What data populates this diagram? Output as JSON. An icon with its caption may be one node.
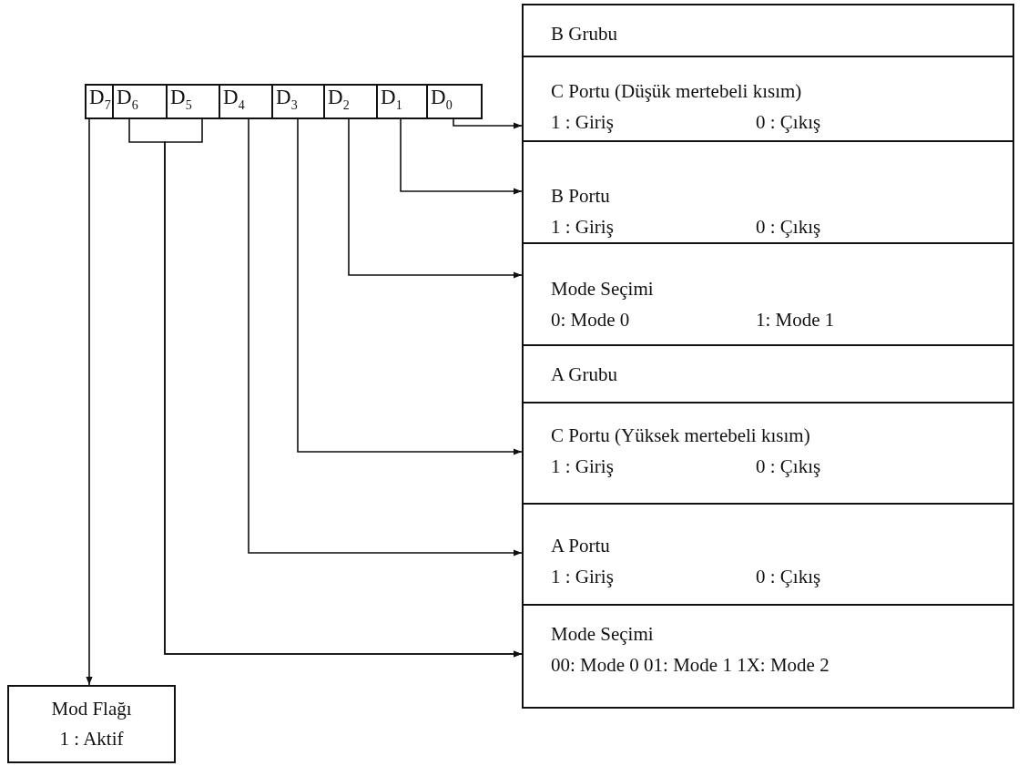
{
  "diagram": {
    "nodes": [
      {
        "text": [
          "D$_{7}$"
        ]
      },
      {
        "text": [
          "D$_{6}$"
        ]
      },
      {
        "text": [
          "D$_{5}$"
        ]
      },
      {
        "text": [
          "D$_{4}$"
        ]
      },
      {
        "text": [
          "D$_{3}$"
        ]
      },
      {
        "text": [
          "D$_{2}$"
        ]
      },
      {
        "text": [
          "D$_{1}$"
        ]
      },
      {
        "text": [
          "D$_{0}$"
        ]
      },
      {
        "text": [
          "B Grubu"
        ]
      },
      {
        "text": [
          "C Portu (Düşük mertebeli kısım)",
          "1 : Giriş",
          "0 : Çıkış"
        ]
      },
      {
        "text": [
          "B Portu",
          "1 : Giriş",
          "0 : Çıkış"
        ]
      },
      {
        "text": [
          "Mode Seçimi",
          "0: Mode 0",
          "1: Mode 1"
        ]
      },
      {
        "text": [
          "A Grubu"
        ]
      },
      {
        "text": [
          "C Portu (Yüksek mertebeli kısım)",
          "1 : Giriş",
          "0 : Çıkış"
        ]
      },
      {
        "text": [
          "A Portu",
          "1 : Giriş",
          "0 : Çıkış"
        ]
      },
      {
        "text": [
          "Mode Seçimi",
          "00: Mode 0  01: Mode 1 1X: Mode 2"
        ]
      },
      {
        "text": [
          "Mod Flağı",
          "1 : Aktif"
        ]
      }
    ],
    "edges": [
      {
        "from": 7,
        "to": 9,
        "arrow": "to"
      },
      {
        "from": 6,
        "to": 10,
        "arrow": "to"
      },
      {
        "from": 5,
        "to": 11,
        "arrow": "to"
      },
      {
        "from": 4,
        "to": 13,
        "arrow": "to"
      },
      {
        "from": 3,
        "to": 14,
        "arrow": "to"
      },
      {
        "from": 1,
        "to": 15,
        "arrow": "to"
      },
      {
        "from": 2,
        "to": 15,
        "arrow": "to"
      },
      {
        "from": 0,
        "to": 16,
        "arrow": "to"
      }
    ]
  }
}
